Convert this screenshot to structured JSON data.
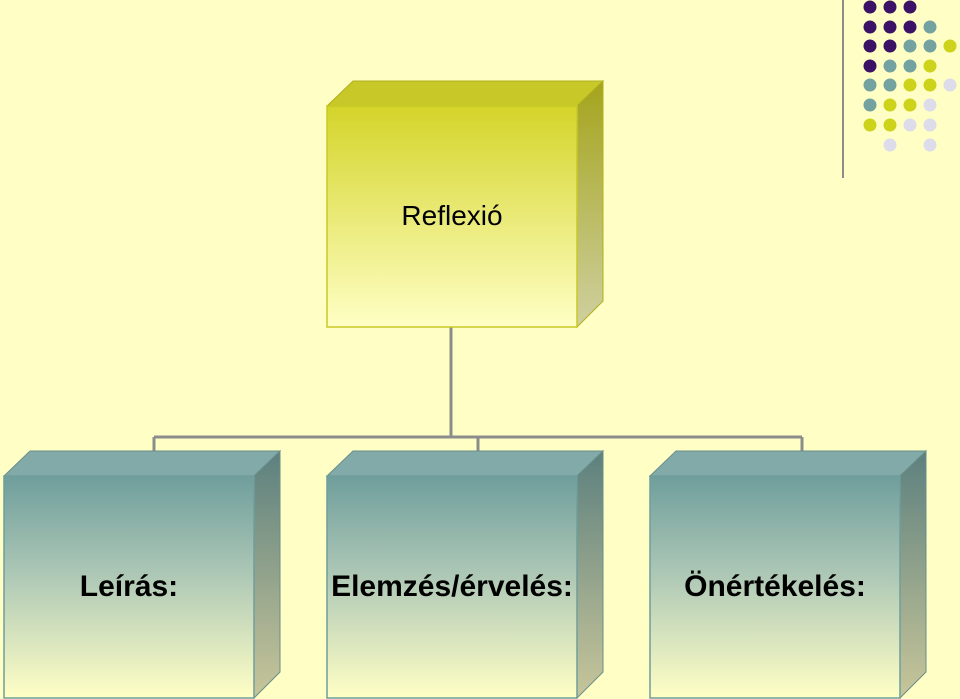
{
  "root": {
    "label": "Reflexió"
  },
  "children": [
    {
      "label": "Leírás:"
    },
    {
      "label": "Elemzés/érvelés:"
    },
    {
      "label": "Önértékelés:"
    }
  ],
  "colors": {
    "background": "#ffffc5",
    "root_top": "#d4d42a",
    "root_bottom": "#ffffc5",
    "child_top": "#6f9e9c",
    "child_bottom": "#ffffc5",
    "connector": "#8c8c8c",
    "dot_purple": "#3b1266",
    "dot_teal": "#74a2a0",
    "dot_yellow": "#cdd21a",
    "dot_lavender": "#dcdcea"
  }
}
